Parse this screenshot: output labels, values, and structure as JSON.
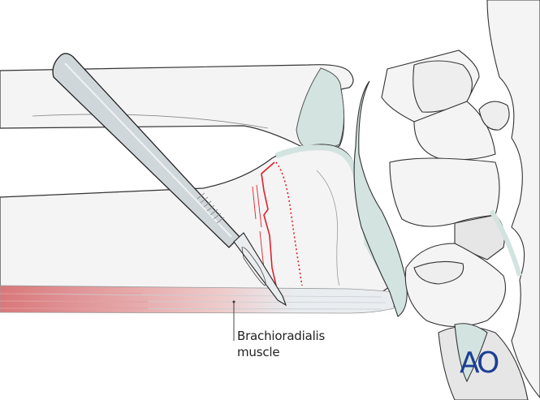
{
  "illustration": {
    "subject": "Distal radius osteotomy with scalpel incision",
    "label": {
      "line1": "Brachioradialis",
      "line2": "muscle"
    },
    "logo": "AO",
    "colors": {
      "bone": "#f4f4f4",
      "bone_shadow": "#e6e6e6",
      "cartilage": "#d2e3e0",
      "outline": "#333333",
      "scalpel": "#d0d7db",
      "incision": "#e0202a",
      "muscle": "#d9777a",
      "tendon": "#e9edf0",
      "logo": "#1c3f94"
    }
  }
}
